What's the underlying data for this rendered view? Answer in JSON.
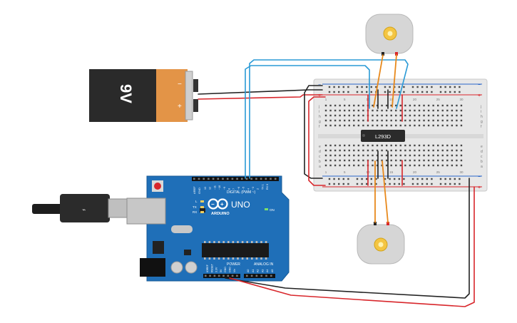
{
  "battery": {
    "label": "9V",
    "minus": "−",
    "plus": "+"
  },
  "chip": {
    "label": "L293D"
  },
  "arduino": {
    "brand": "ARDUINO",
    "model": "UNO",
    "digital_label": "DIGITAL (PWM ~)",
    "power_label": "POWER",
    "analog_label": "ANALOG IN",
    "on_label": "ON",
    "l_label": "L",
    "tx_label": "TX",
    "rx_label": "RX",
    "aref_label": "AREF",
    "gnd_label": "GND",
    "power_pins": [
      "IOREF",
      "RESET",
      "3.3V",
      "5V",
      "GND",
      "GND",
      "Vin"
    ],
    "analog_pins": [
      "A0",
      "A1",
      "A2",
      "A3",
      "A4",
      "A5"
    ],
    "digital_pins": [
      "13",
      "12",
      "~11",
      "~10",
      "~9",
      "8",
      "7",
      "~6",
      "~5",
      "4",
      "~3",
      "2",
      "TX 1",
      "RX 0"
    ]
  },
  "breadboard": {
    "row_letters_top": [
      "j",
      "i",
      "h",
      "g",
      "f"
    ],
    "row_letters_bottom": [
      "e",
      "d",
      "c",
      "b",
      "a"
    ],
    "column_numbers": [
      "1",
      "5",
      "10",
      "15",
      "20",
      "25",
      "30"
    ],
    "rail_plus": "+",
    "rail_minus": "−"
  },
  "colors": {
    "wire_red": "#d8262b",
    "wire_black": "#222222",
    "wire_blue": "#2a9ad6",
    "wire_orange": "#e8891c",
    "arduino_board": "#1f6fb8",
    "breadboard": "#ececec",
    "battery_body": "#2a2a2a",
    "battery_cap": "#e39447"
  }
}
